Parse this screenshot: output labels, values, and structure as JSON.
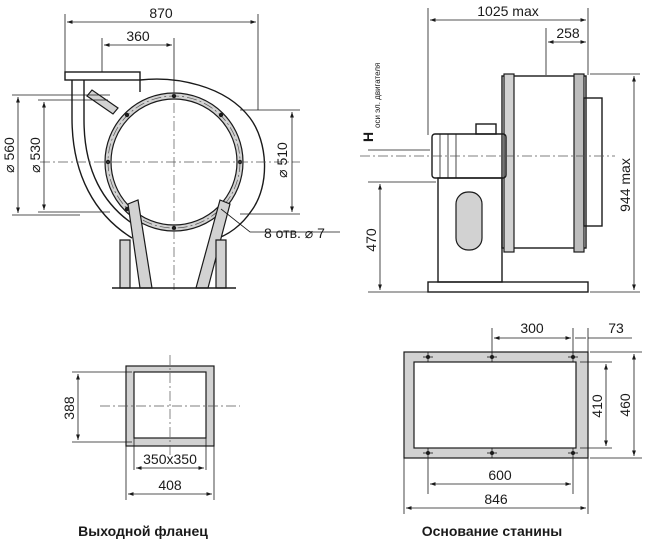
{
  "front_view": {
    "dim_width": "870",
    "dim_inlet_offset": "360",
    "dim_outer_d1": "⌀ 560",
    "dim_outer_d2": "⌀ 530",
    "dim_inner_d": "⌀ 510",
    "holes_note": "8 отв. ⌀ 7"
  },
  "side_view": {
    "dim_length": "1025 max",
    "dim_rear": "258",
    "dim_height": "944 max",
    "dim_base_h": "470",
    "motor_axis_label_main": "H",
    "motor_axis_label_sub": "оси эл. двигателя"
  },
  "outlet_flange": {
    "dim_height": "388",
    "dim_inner": "350x350",
    "dim_outer": "408",
    "caption": "Выходной фланец"
  },
  "base_frame": {
    "dim_top_span": "300",
    "dim_top_edge": "73",
    "dim_inner_h": "410",
    "dim_outer_h": "460",
    "dim_inner_w": "600",
    "dim_outer_w": "846",
    "caption": "Основание станины"
  }
}
